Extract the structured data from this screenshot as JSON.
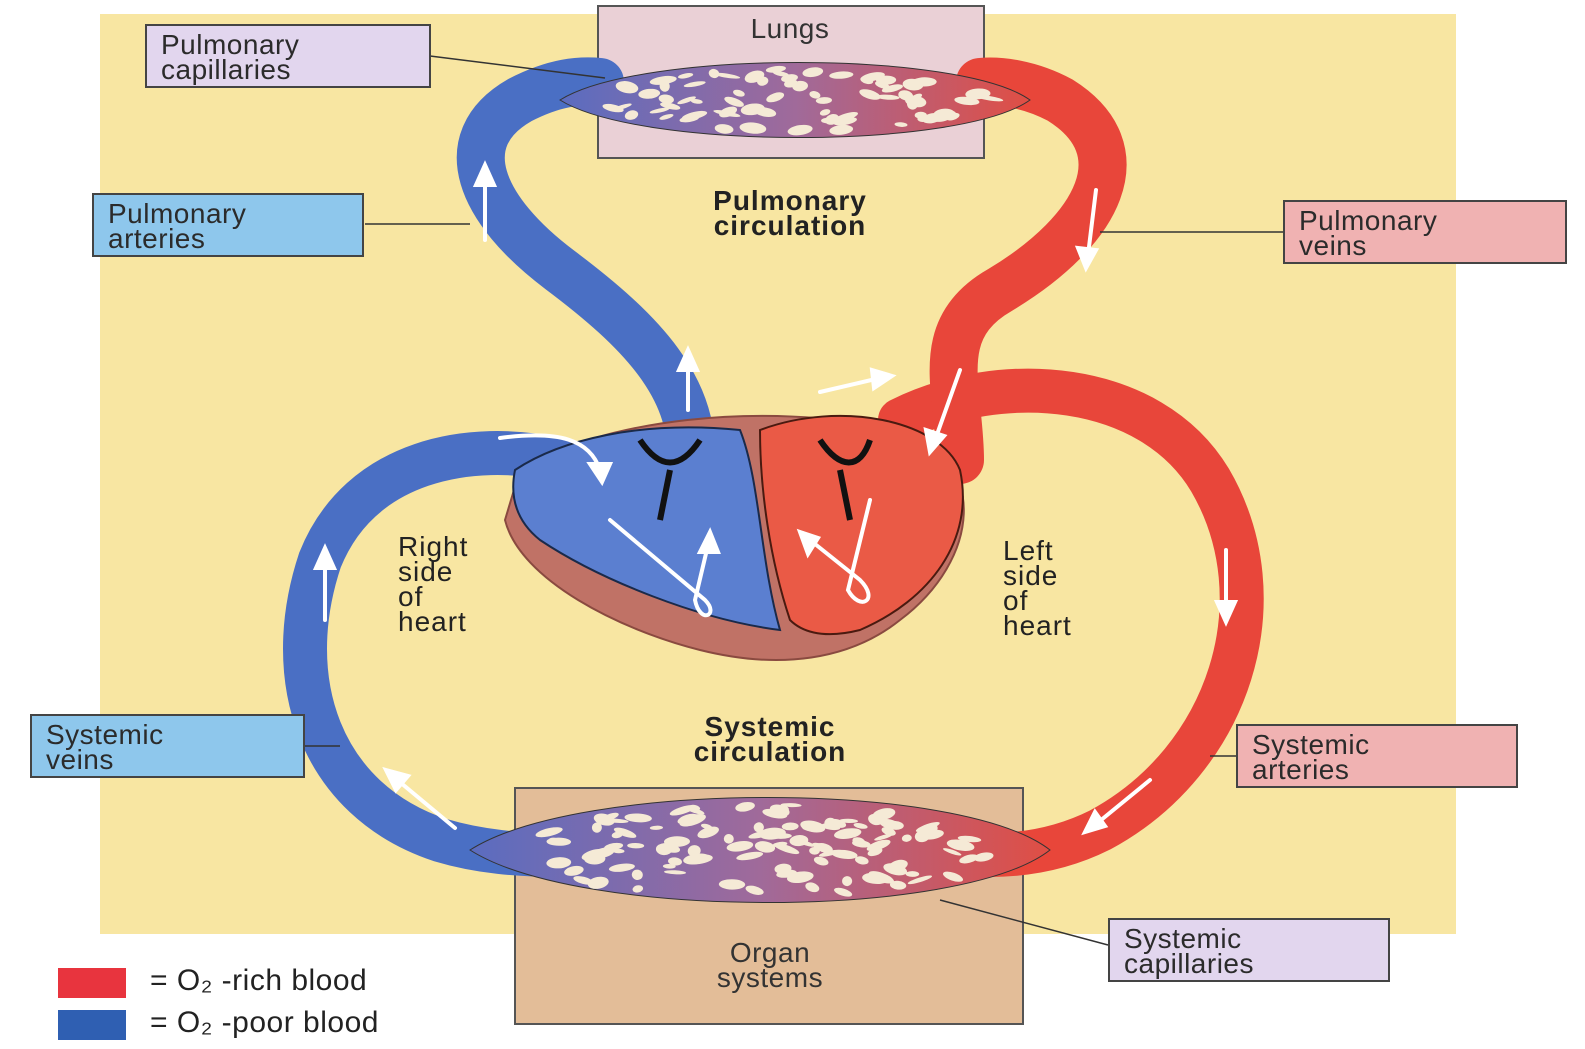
{
  "lungs": {
    "label": "Lungs"
  },
  "organs": {
    "line1": "Organ",
    "line2": "systems"
  },
  "pulmonary_circulation": {
    "line1": "Pulmonary",
    "line2": "circulation"
  },
  "systemic_circulation": {
    "line1": "Systemic",
    "line2": "circulation"
  },
  "right_side": {
    "l1": "Right",
    "l2": "side",
    "l3": "of",
    "l4": "heart"
  },
  "left_side": {
    "l1": "Left",
    "l2": "side",
    "l3": "of",
    "l4": "heart"
  },
  "labels": {
    "pulmonary_capillaries": {
      "line1": "Pulmonary",
      "line2": "capillaries"
    },
    "pulmonary_arteries": {
      "line1": "Pulmonary",
      "line2": "arteries"
    },
    "pulmonary_veins": {
      "line1": "Pulmonary",
      "line2": "veins"
    },
    "systemic_veins": {
      "line1": "Systemic",
      "line2": "veins"
    },
    "systemic_arteries": {
      "line1": "Systemic",
      "line2": "arteries"
    },
    "systemic_capillaries": {
      "line1": "Systemic",
      "line2": "capillaries"
    }
  },
  "legend": {
    "rich": "= O₂ -rich blood",
    "poor": "= O₂ -poor blood"
  },
  "colors": {
    "oxygen_rich": "#e8463a",
    "oxygen_poor": "#4a6fc4",
    "background": "#f8e6a2"
  }
}
